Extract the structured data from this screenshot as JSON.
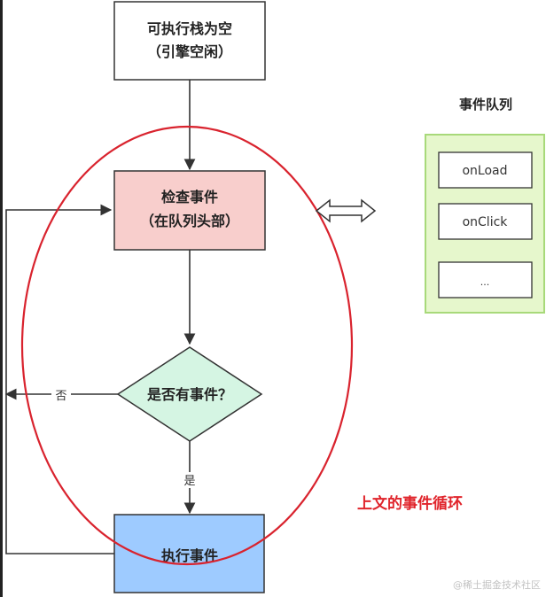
{
  "colors": {
    "start_fill": "#ffffff",
    "check_fill": "#f8cecc",
    "decision_fill": "#d5f5e3",
    "execute_fill": "#9ecbff",
    "queue_fill": "#e6f7cc",
    "queue_border": "#a8d97a",
    "highlight_ellipse": "#d9232e",
    "caption_color": "#e0242b",
    "stroke": "#333333"
  },
  "nodes": {
    "start": {
      "line1": "可执行栈为空",
      "line2": "（引擎空闲）"
    },
    "check": {
      "line1": "检查事件",
      "line2": "（在队列头部）"
    },
    "decision": {
      "label": "是否有事件？"
    },
    "execute": {
      "label": "执行事件"
    }
  },
  "edges": {
    "no_label": "否",
    "yes_label": "是"
  },
  "queue": {
    "title": "事件队列",
    "items": [
      "onLoad",
      "onClick",
      "..."
    ]
  },
  "caption": "上文的事件循环",
  "watermark": "@稀土掘金技术社区"
}
